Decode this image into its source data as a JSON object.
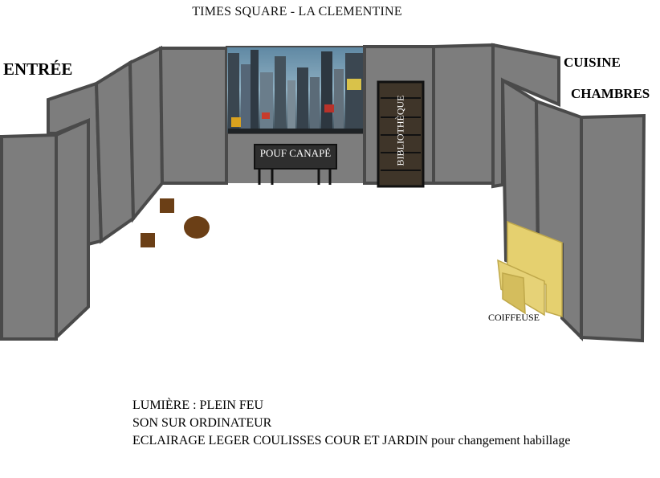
{
  "header": {
    "title": "TIMES SQUARE  -  LA CLEMENTINE"
  },
  "labels": {
    "entree": "ENTRÉE",
    "cuisine": "CUISINE",
    "chambres": "CHAMBRES",
    "pouf_canape": "POUF CANAPÉ",
    "bibliotheque": "BIBLIOTHÈQUE",
    "coiffeuse": "COIFFEUSE"
  },
  "notes": [
    "LUMIÈRE : PLEIN FEU",
    "SON SUR ORDINATEUR",
    "ECLAIRAGE LEGER COULISSES COUR ET JARDIN pour changement habillage"
  ],
  "colors": {
    "panel": "#7d7d7d",
    "panel_border": "#4a4a4a",
    "furniture_brown": "#6b3f16",
    "shelf_dark": "#3f3529",
    "pouf_dark": "#2e2e2e",
    "mirror_yellow": "#e5d06f"
  },
  "backdrop": {
    "image": "times-square-city-photo"
  }
}
